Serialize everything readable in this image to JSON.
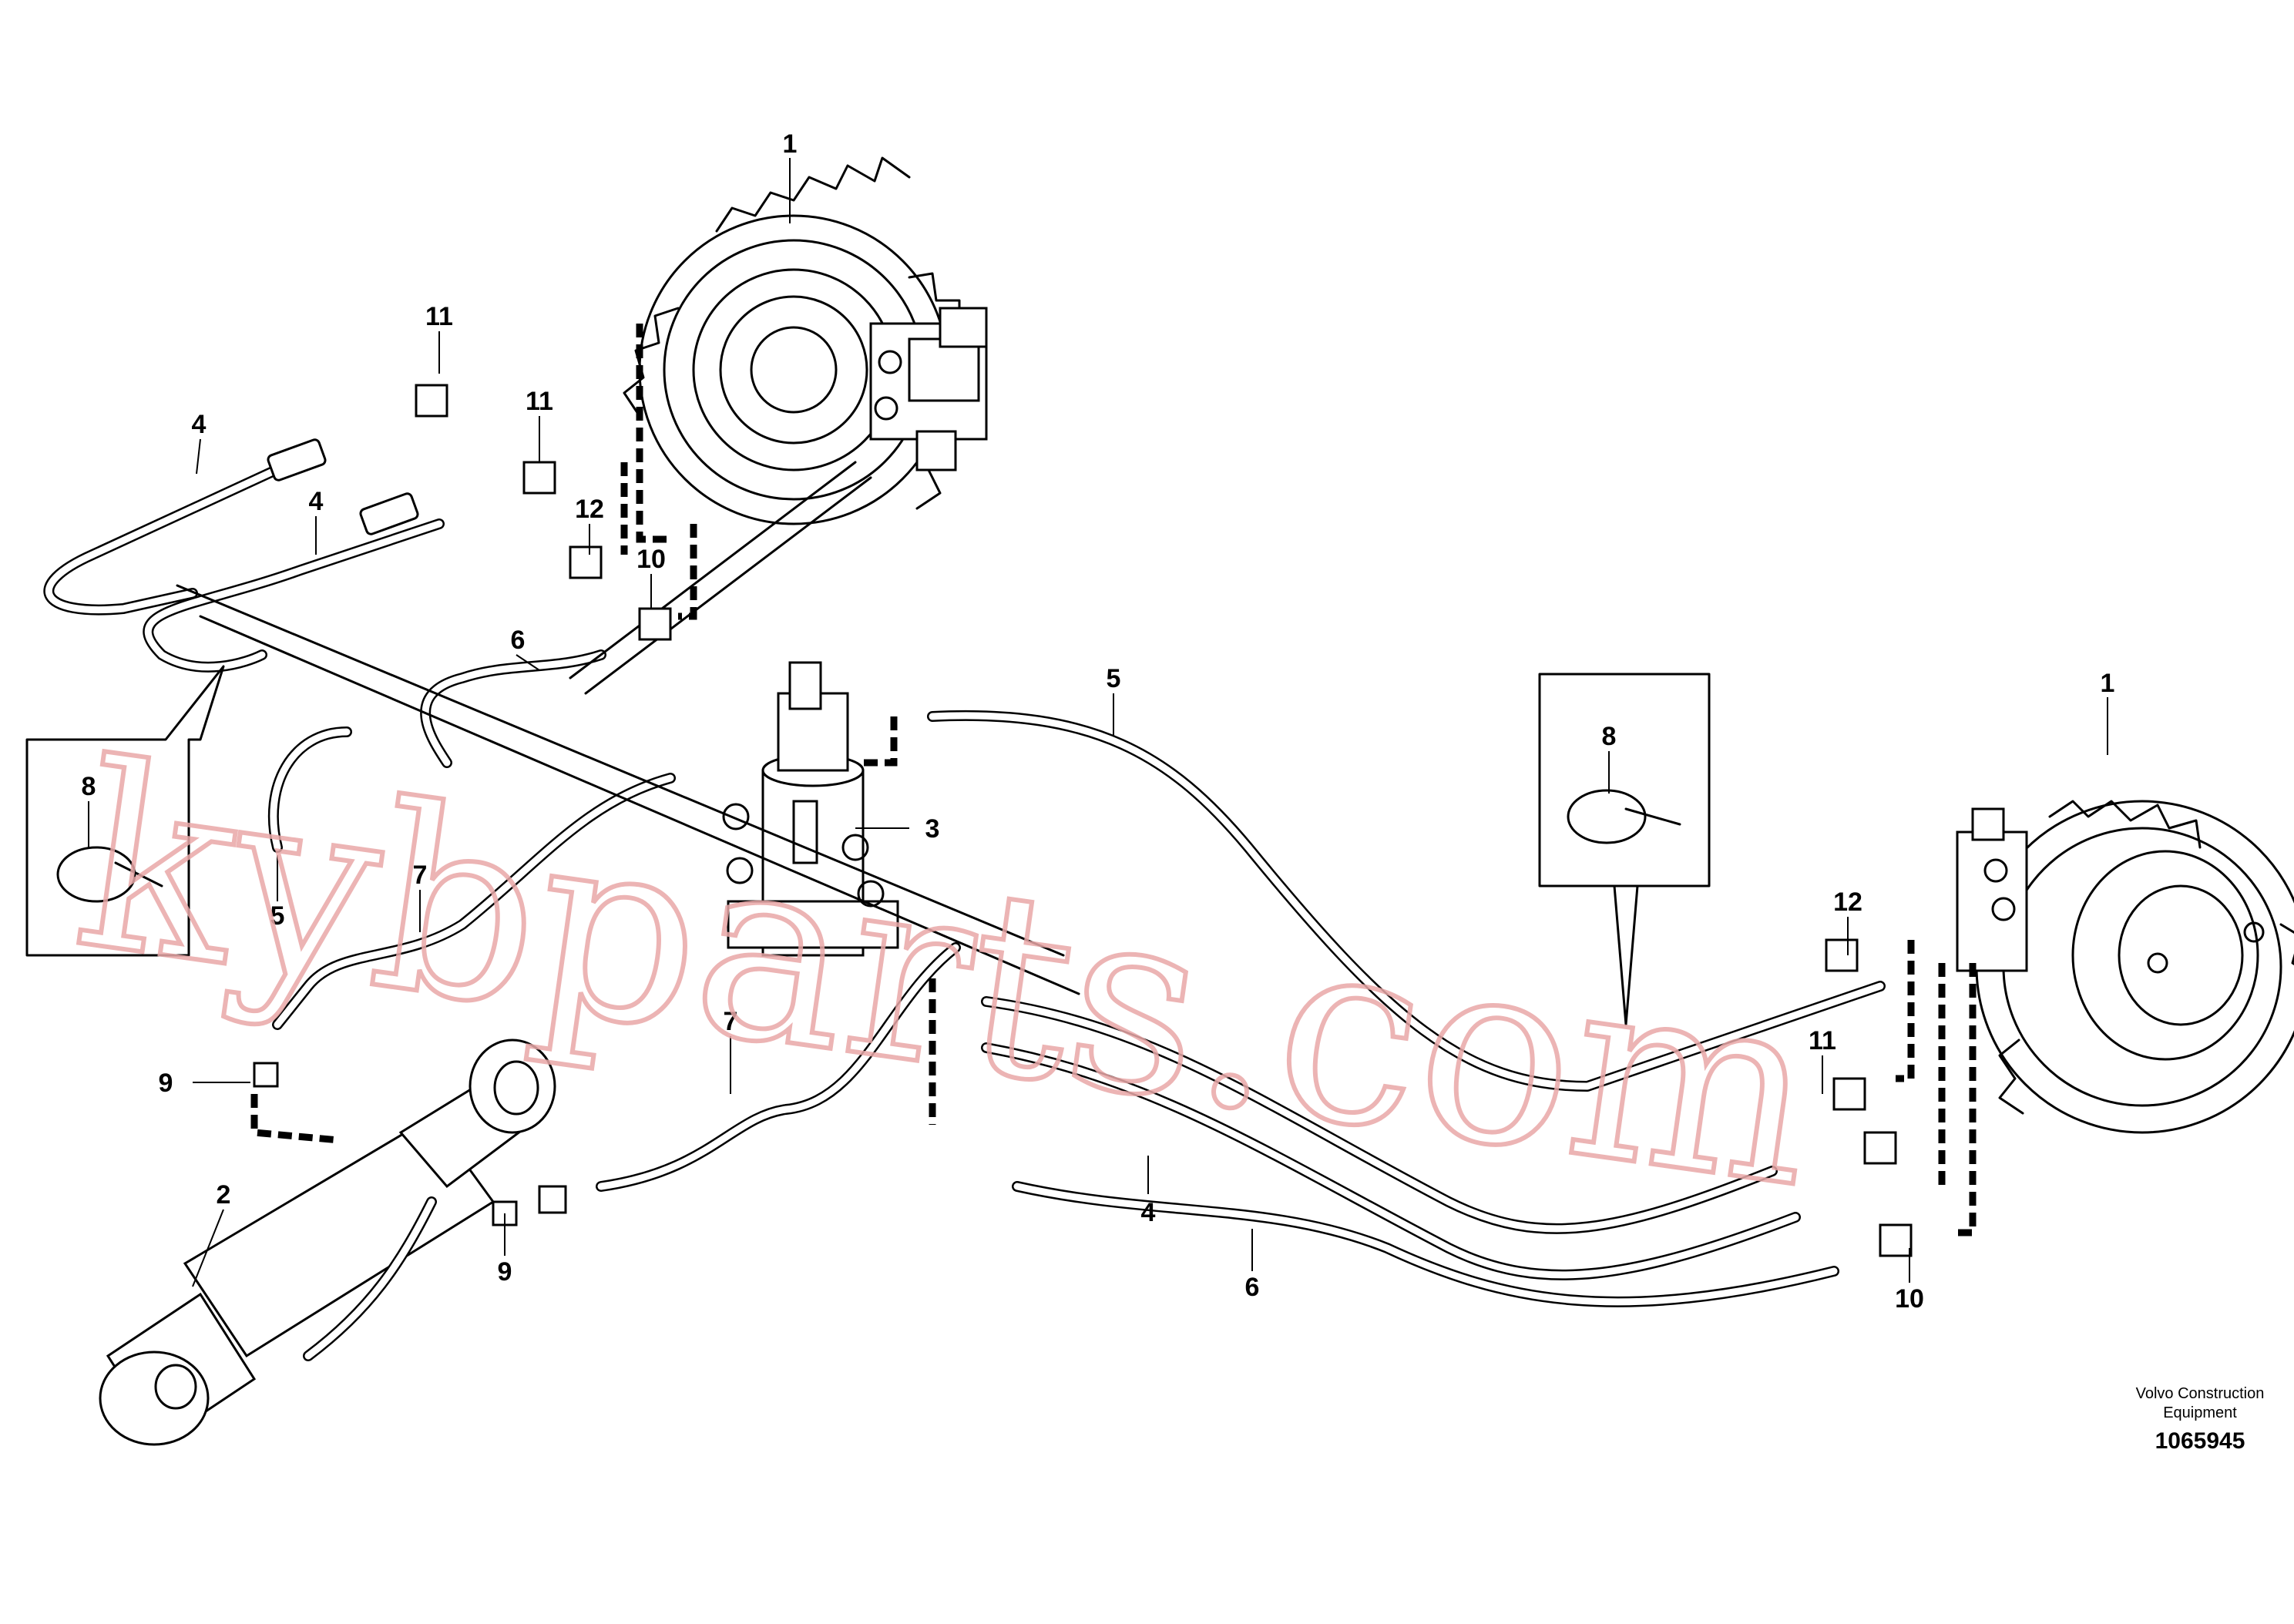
{
  "diagram": {
    "callouts": [
      "1",
      "1",
      "2",
      "3",
      "4",
      "4",
      "4",
      "5",
      "5",
      "6",
      "6",
      "7",
      "7",
      "8",
      "8",
      "9",
      "9",
      "10",
      "10",
      "11",
      "11",
      "11",
      "12",
      "12"
    ],
    "watermark": "kybparts.com",
    "brand_line1": "Volvo Construction",
    "brand_line2": "Equipment",
    "drawing_number": "1065945"
  }
}
